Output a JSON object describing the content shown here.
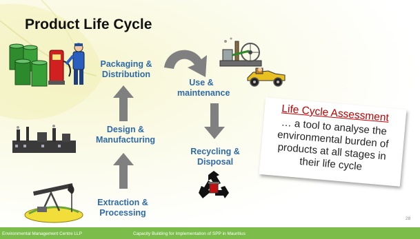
{
  "title": "Product Life Cycle",
  "stages": {
    "packaging": "Packaging & Distribution",
    "use": "Use & maintenance",
    "design": "Design & Manufacturing",
    "recycling": "Recycling & Disposal",
    "extraction": "Extraction & Processing"
  },
  "callout": {
    "title": "Life Cycle Assessment",
    "body": "… a tool to analyse the environmental burden of products at all stages in their life cycle"
  },
  "footer": {
    "left": "Environmental Management Centre LLP",
    "middle": "Capacity Building for Implementation of SPP in Mauritius",
    "page": "28"
  },
  "colors": {
    "stage_text": "#2f6aa8",
    "callout_title": "#c00000",
    "arrow_gray": "#808080",
    "footer_bar": "#7bbc4a"
  }
}
